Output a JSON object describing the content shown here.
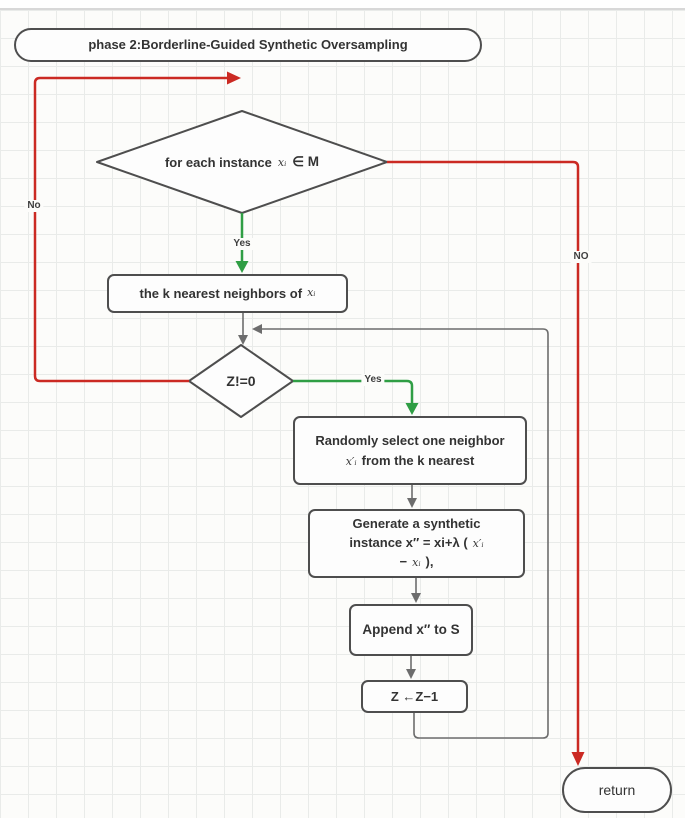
{
  "title": "phase 2:Borderline-Guided Synthetic Oversampling",
  "colors": {
    "edge_red": "#cb2a23",
    "edge_green": "#2f9e44",
    "edge_gray": "#6d6d6d",
    "node_border": "#4e4e4e",
    "node_fill": "#fdfdfd",
    "grid_line": "#e9ebe9",
    "background": "#fcfcfa",
    "text": "#333333"
  },
  "nodes": {
    "start": {
      "label": "phase 2:Borderline-Guided Synthetic Oversampling"
    },
    "loop_condition": {
      "text": "for each instance",
      "math": "xᵢ",
      "suffix": "∈ M"
    },
    "knn": {
      "text": "the k nearest neighbors of",
      "math": "xᵢ"
    },
    "z_condition": {
      "label": "Z!=0"
    },
    "select_neighbor": {
      "line1": "Randomly select one neighbor",
      "math": "x′ᵢ",
      "line2": "from the k nearest"
    },
    "generate": {
      "line1": "Generate a synthetic",
      "line2": "instance x″ = xi+λ (",
      "line2_math": "x′ᵢ",
      "line3_pre": "−",
      "line3_math": "xᵢ",
      "line3_post": "),"
    },
    "append": {
      "label": "Append x″ to S"
    },
    "decrement": {
      "label": "Z ←Z−1"
    },
    "end": {
      "label": "return"
    }
  },
  "edge_labels": {
    "yes_loop": "Yes",
    "yes_z": "Yes",
    "no_left": "No",
    "no_right": "NO"
  }
}
